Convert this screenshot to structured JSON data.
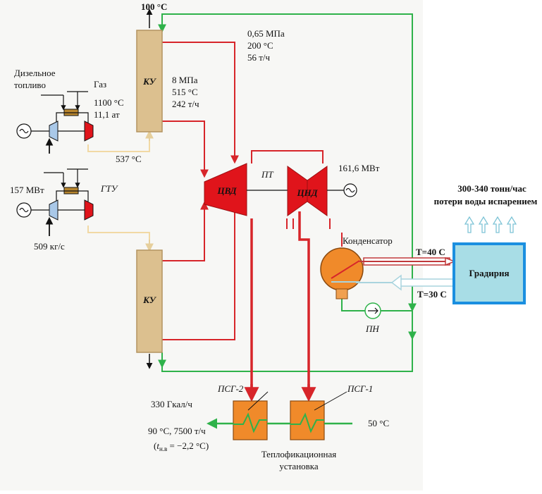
{
  "labels": {
    "temp_100": "100 °C",
    "ku_top": "КУ",
    "ku_bottom": "КУ",
    "lp_pressure": "0,65 МПа",
    "lp_temp": "200 °С",
    "lp_flow": "56 т/ч",
    "hp_pressure": "8 МПа",
    "hp_temp": "515 °С",
    "hp_flow": "242 т/ч",
    "fuel_diesel_1": "Дизельное",
    "fuel_diesel_2": "топливо",
    "fuel_gas": "Газ",
    "gt_temp": "1100 °С",
    "gt_pressure": "11,1 ат",
    "exhaust_temp": "537 °С",
    "gt_power": "157 МВт",
    "gtu": "ГТУ",
    "air_flow": "509 кг/с",
    "cvd": "ЦВД",
    "pt": "ПТ",
    "cnd": "ЦНД",
    "st_power": "161,6 МВт",
    "condenser": "Конденсатор",
    "t_hot": "T=40 С",
    "t_cold": "T=30 С",
    "tower": "Градирня",
    "evap_1": "300-340 тонн/час",
    "evap_2": "потери воды испарением",
    "pn": "ПН",
    "psg2": "ПСГ-2",
    "psg1": "ПСГ-1",
    "heat_load": "330 Гкал/ч",
    "supply": "90 °С, 7500 т/ч",
    "outdoor_t": "t",
    "outdoor_sub": "н.в",
    "outdoor_val": " = −2,2 °С)",
    "outdoor_open": "(",
    "return_temp": "50 °С",
    "heating_1": "Теплофикационная",
    "heating_2": "установка"
  },
  "colors": {
    "steam": "#d7252a",
    "water": "#2fb24a",
    "exhaust": "#f1d9a4",
    "ku_fill": "#dcc08f",
    "heater_fill": "#f08a2a",
    "tower_fill": "#a8dde6",
    "tower_border": "#1b8fe0",
    "cooling_cold": "#a9d4de",
    "turbine": "#e0141b"
  },
  "icons": [
    "generator-icon",
    "compressor-icon",
    "turbine-icon",
    "pump-icon",
    "arrow-up-icon"
  ]
}
